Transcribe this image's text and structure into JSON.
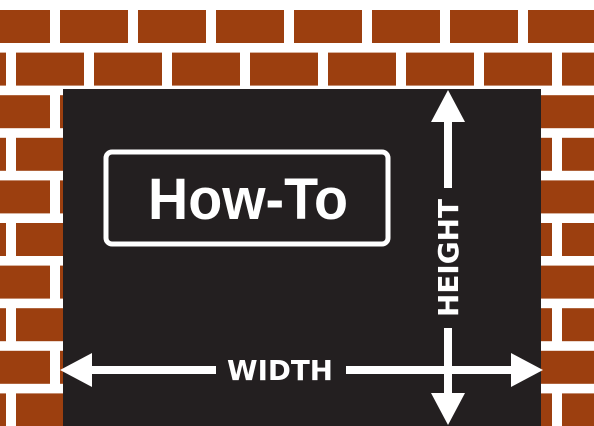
{
  "badge": {
    "label": "How-To"
  },
  "dimensions": {
    "width_label": "WIDTH",
    "height_label": "HEIGHT"
  },
  "colors": {
    "brick": "#9c3f0f",
    "mortar": "#ffffff",
    "panel": "#231f20",
    "ink": "#ffffff"
  }
}
